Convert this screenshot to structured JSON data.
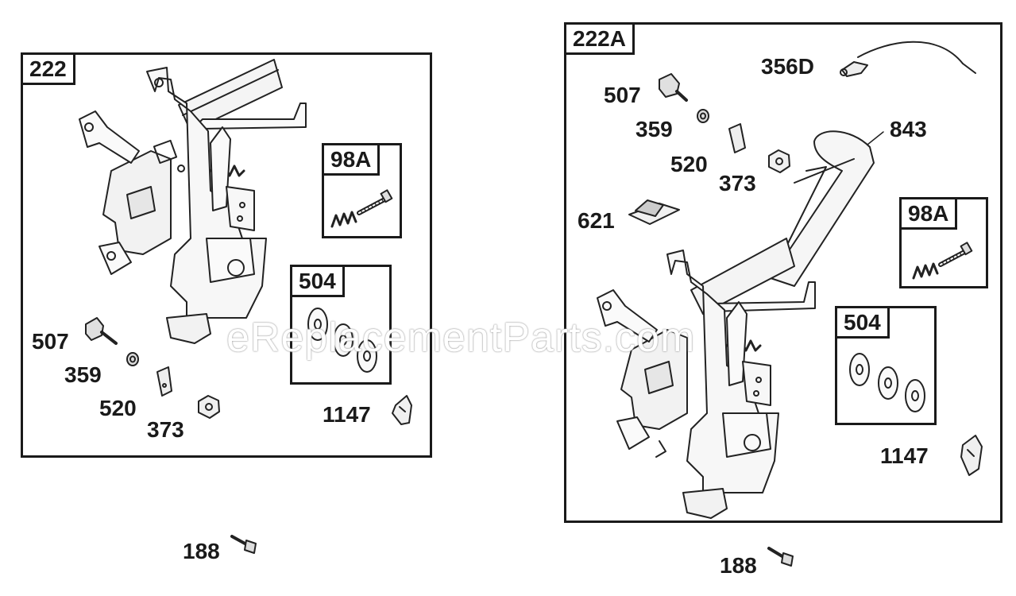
{
  "watermark": "eReplacementParts.com",
  "groups": [
    {
      "id": "222",
      "label": "222"
    },
    {
      "id": "222A",
      "label": "222A"
    }
  ],
  "left": {
    "tag": "222",
    "sub_98a": "98A",
    "sub_504": "504",
    "parts": {
      "p507": "507",
      "p359": "359",
      "p520": "520",
      "p373": "373",
      "p1147": "1147",
      "p188": "188"
    }
  },
  "right": {
    "tag": "222A",
    "sub_98a": "98A",
    "sub_504": "504",
    "parts": {
      "p356d": "356D",
      "p507": "507",
      "p359": "359",
      "p520": "520",
      "p373": "373",
      "p843": "843",
      "p621": "621",
      "p1147": "1147",
      "p188": "188"
    }
  }
}
